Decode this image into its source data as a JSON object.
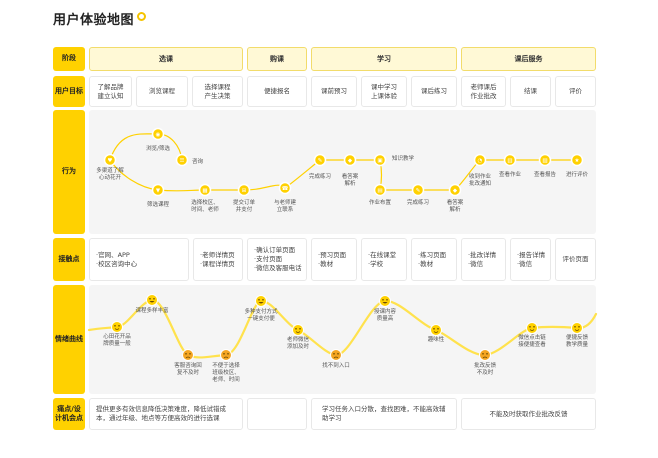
{
  "page": {
    "title": "用户体验地图"
  },
  "row_labels": [
    "阶段",
    "用户目标",
    "行为",
    "接触点",
    "情绪曲线",
    "痛点/设\n计机会点"
  ],
  "stages": [
    "选课",
    "购课",
    "学习",
    "课后服务"
  ],
  "goals": [
    "了解品牌\n建立认知",
    "浏览课程",
    "选择课程\n产生决策",
    "便捷报名",
    "课前预习",
    "课中学习\n上课体验",
    "课后练习",
    "老师课后\n作业批改",
    "结课",
    "评价"
  ],
  "actions": [
    "多渠道了解\n心动花开",
    "浏览/筛选",
    "咨询",
    "筛选课程",
    "选择校区、\n时间、老师",
    "提交订单\n并支付",
    "与老师建\n立联系",
    "完成练习",
    "看答案\n解析",
    "知识教学",
    "作业布置",
    "完成练习",
    "看答案\n解析",
    "收到作业\n批改通知",
    "查看作业",
    "查看报告",
    "进行评价"
  ],
  "touchpoints": [
    "·官网、APP\n·校区咨询中心",
    "·老师详情页\n·课程详情页",
    "·确认订单页面\n·支付页面\n·微信及客服电话",
    "·预习页面\n·教材",
    "·在线课堂\n·学校",
    "·练习页面\n·教材",
    "·批改详情\n·微信",
    "·报告详情\n·微信",
    "评价页面"
  ],
  "emotions": [
    "心田花开品\n牌质量一般",
    "课程多样丰富",
    "客服咨询回\n复不及时",
    "不便于选择\n班级校区、\n老师、时间",
    "多种支付方式\n一键支付便",
    "老师微信\n添加及时",
    "找不到入口",
    "授课内容\n质量高",
    "趣味性",
    "批改反馈\n不及时",
    "微信点击链\n接便捷查看",
    "便捷反馈\n教学质量"
  ],
  "pain_points": [
    "提供更多有效信息降低决策难度，降低试错成本，通过年级、地点等方便高效的进行选课",
    "学习任务入口分散，查找困难，不能高效辅助学习",
    "不能及时获取作业批改反馈"
  ],
  "colors": {
    "accent": "#ffd100",
    "curve": "#ffe24d",
    "node": "#f5c400"
  },
  "icons": [
    "heart-icon",
    "eye-icon",
    "chat-icon",
    "filter-icon",
    "building-icon",
    "cart-icon",
    "phone-icon",
    "pencil-icon",
    "lightbulb-icon",
    "video-icon",
    "book-icon",
    "alarm-icon",
    "document-icon",
    "chart-icon",
    "star-icon",
    "smile-emoji",
    "grin-emoji",
    "sad-emoji"
  ]
}
